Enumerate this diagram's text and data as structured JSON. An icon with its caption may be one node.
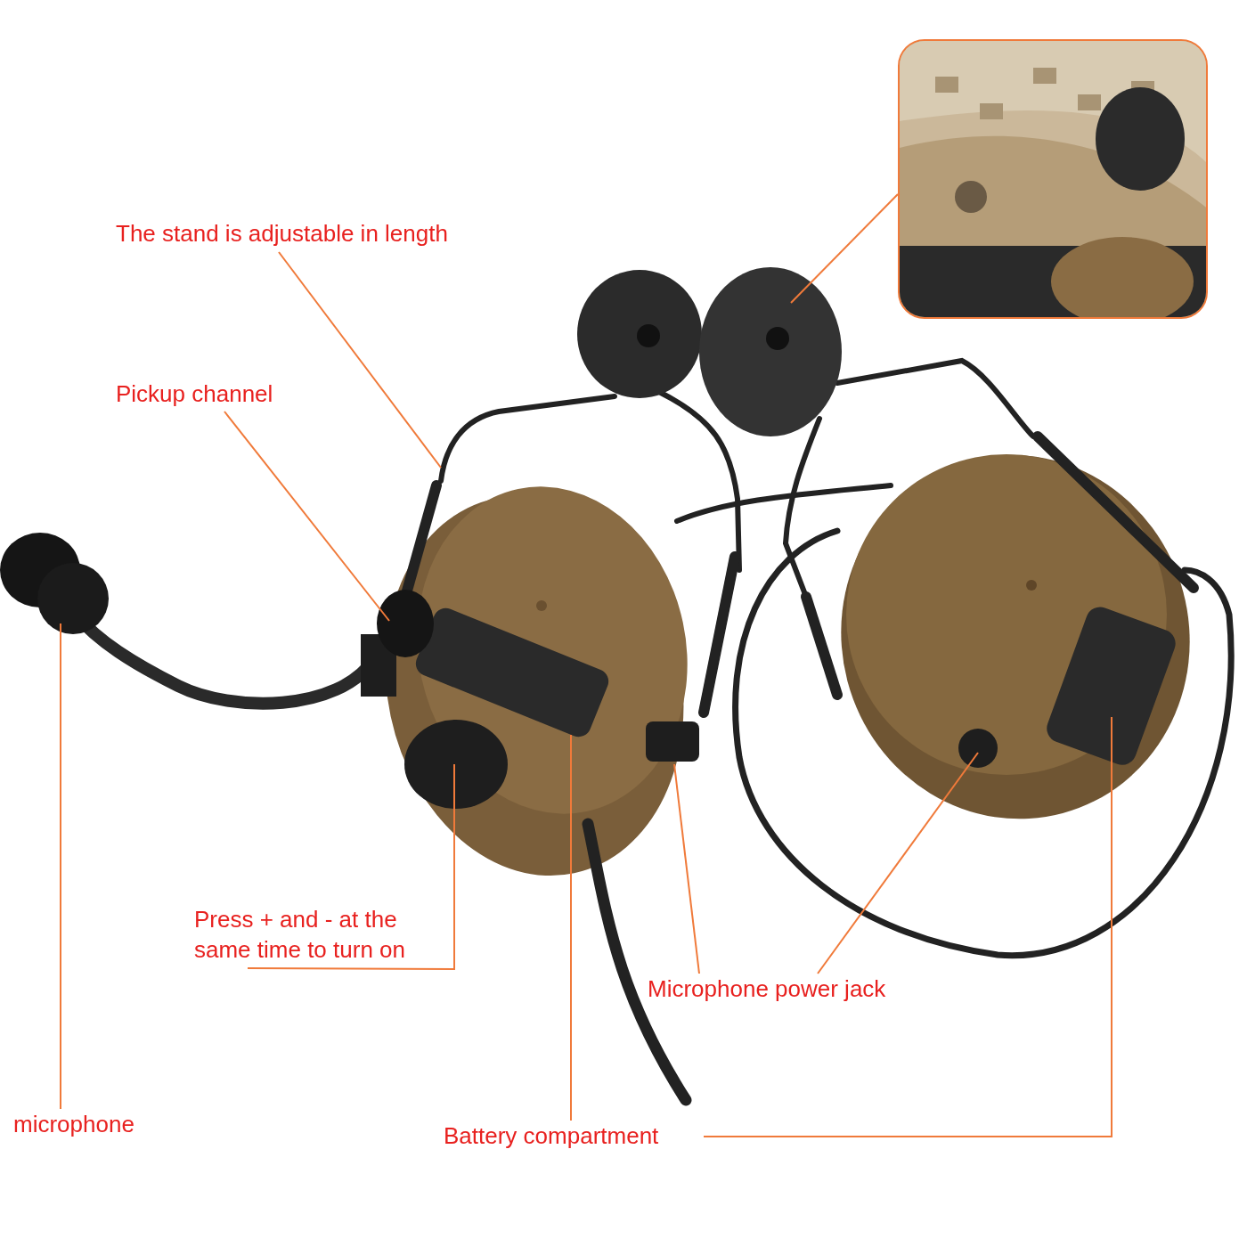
{
  "diagram": {
    "nodes": [
      {
        "text": [
          "The stand is adjustable in length"
        ]
      },
      {
        "text": [
          "Pickup channel"
        ]
      },
      {
        "text": [
          "Press + and - at the same time to turn on"
        ]
      },
      {
        "text": [
          "Microphone power jack"
        ]
      },
      {
        "text": [
          "microphone"
        ]
      },
      {
        "text": [
          "Battery compartment"
        ]
      },
      {
        "text": [],
        "shape": "picture"
      }
    ],
    "edges": [
      {
        "from": 0,
        "to": null,
        "arrow": "none"
      },
      {
        "from": 1,
        "to": null,
        "arrow": "none"
      },
      {
        "from": 2,
        "to": null,
        "arrow": "none"
      },
      {
        "from": 3,
        "to": null,
        "arrow": "none"
      },
      {
        "from": 3,
        "to": null,
        "arrow": "none"
      },
      {
        "from": 4,
        "to": null,
        "arrow": "none"
      },
      {
        "from": 5,
        "to": null,
        "arrow": "none"
      },
      {
        "from": 5,
        "to": null,
        "arrow": "none"
      },
      {
        "from": 6,
        "to": null,
        "arrow": "none"
      }
    ]
  }
}
